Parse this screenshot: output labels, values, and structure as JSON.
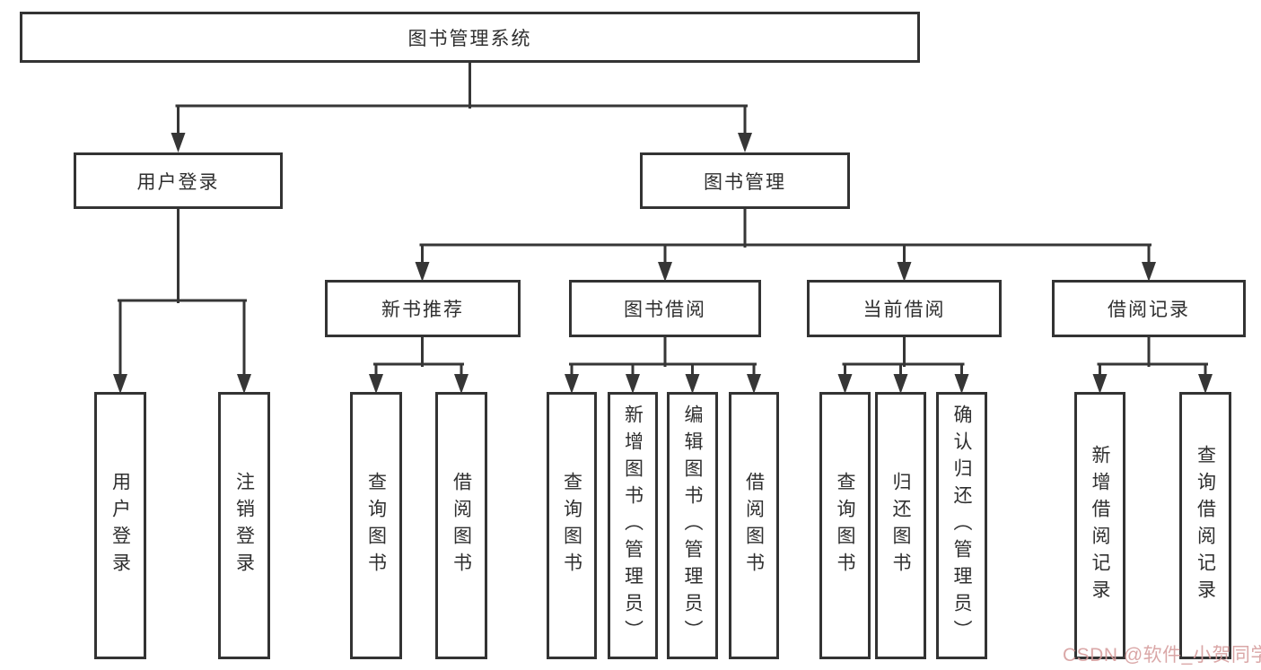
{
  "colors": {
    "background": "#ffffff",
    "box_border": "#333333",
    "connector_line": "#363636",
    "text": "#2f2f2f",
    "watermark": "#d59b9b"
  },
  "root": {
    "label": "图书管理系统"
  },
  "branches": [
    {
      "label": "用户登录",
      "children": [
        {
          "label": "用户登录"
        },
        {
          "label": "注销登录"
        }
      ]
    },
    {
      "label": "图书管理",
      "sections": [
        {
          "label": "新书推荐",
          "children": [
            {
              "label": "查询图书"
            },
            {
              "label": "借阅图书"
            }
          ]
        },
        {
          "label": "图书借阅",
          "children": [
            {
              "label": "查询图书"
            },
            {
              "label": "新增图书（管理员）"
            },
            {
              "label": "编辑图书（管理员）"
            },
            {
              "label": "借阅图书"
            }
          ]
        },
        {
          "label": "当前借阅",
          "children": [
            {
              "label": "查询图书"
            },
            {
              "label": "归还图书"
            },
            {
              "label": "确认归还（管理员）"
            }
          ]
        },
        {
          "label": "借阅记录",
          "children": [
            {
              "label": "新增借阅记录"
            },
            {
              "label": "查询借阅记录"
            }
          ]
        }
      ]
    }
  ],
  "watermark": {
    "text": "CSDN @软件_小贺同学"
  }
}
